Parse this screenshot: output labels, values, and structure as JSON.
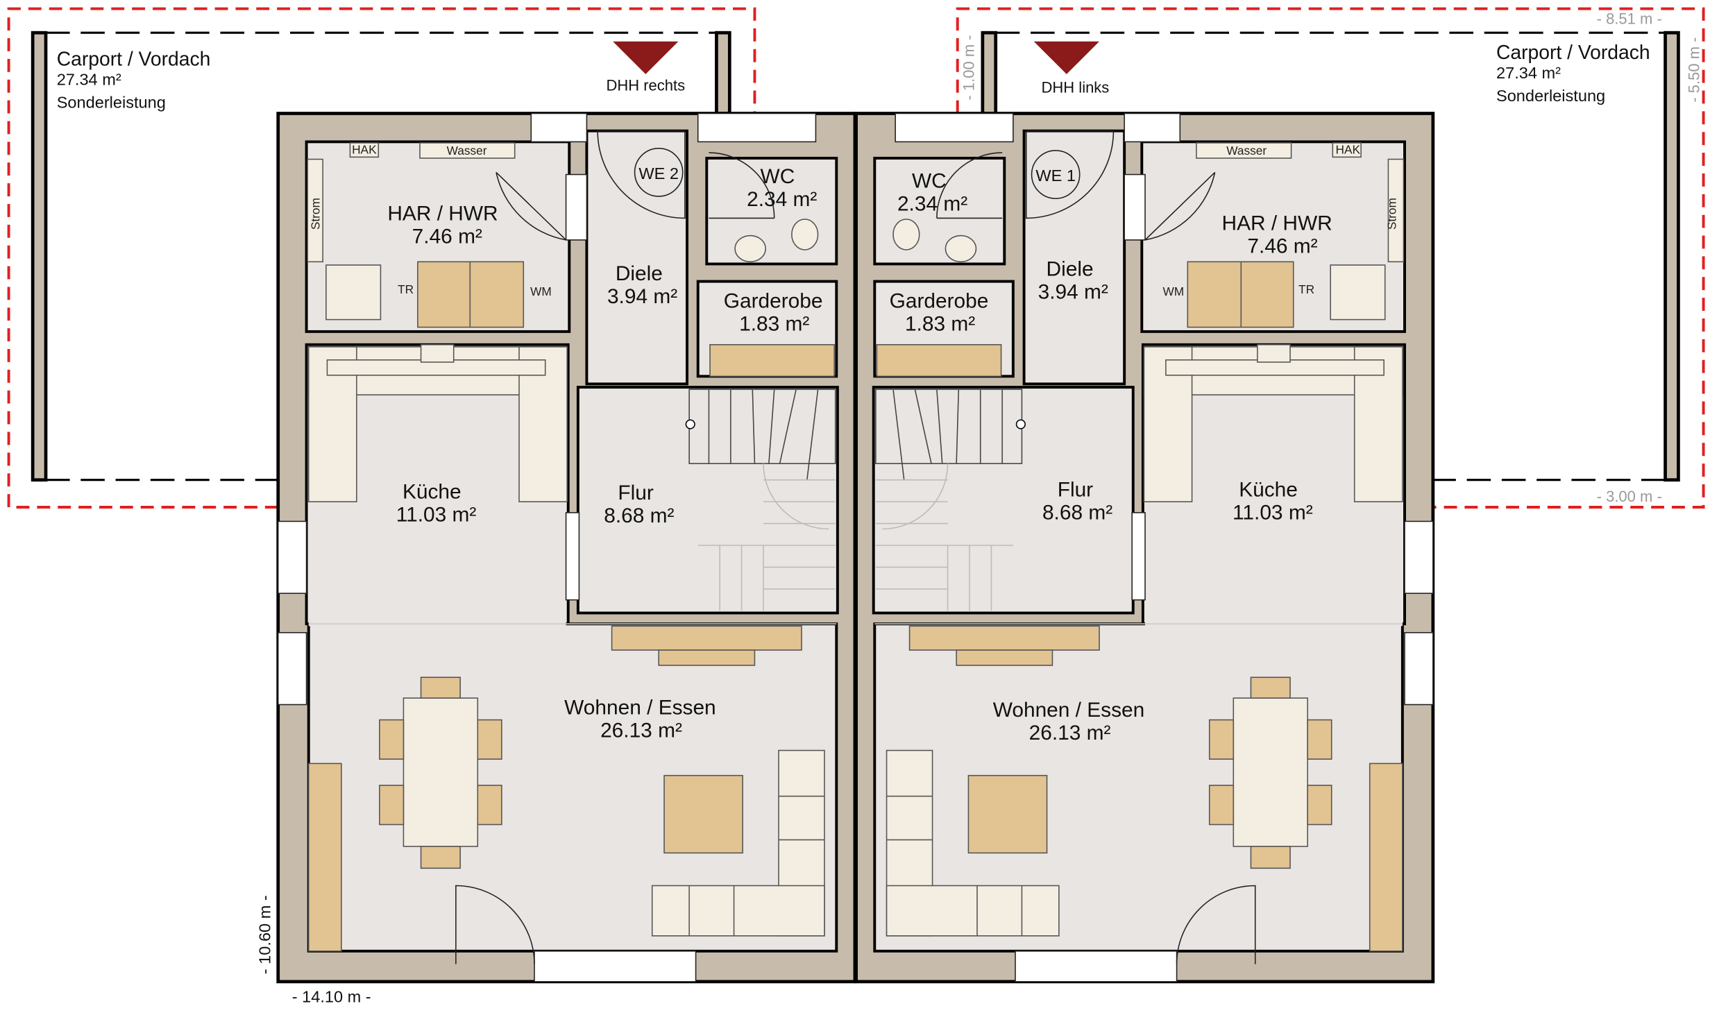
{
  "carport_left": {
    "title": "Carport / Vordach",
    "area": "27.34 m²",
    "note": "Sonderleistung"
  },
  "carport_right": {
    "title": "Carport / Vordach",
    "area": "27.34 m²",
    "note": "Sonderleistung"
  },
  "entrances": {
    "right_house": "DHH rechts",
    "left_house": "DHH links"
  },
  "utilities": {
    "hak": "HAK",
    "wasser": "Wasser",
    "strom": "Strom",
    "tr": "TR",
    "wm": "WM"
  },
  "units": {
    "left": "WE 2",
    "right": "WE 1"
  },
  "rooms": {
    "har": {
      "name": "HAR / HWR",
      "area": "7.46 m²"
    },
    "wc": {
      "name": "WC",
      "area": "2.34 m²"
    },
    "diele": {
      "name": "Diele",
      "area": "3.94 m²"
    },
    "garderobe": {
      "name": "Garderobe",
      "area": "1.83 m²"
    },
    "kueche": {
      "name": "Küche",
      "area": "11.03 m²"
    },
    "flur": {
      "name": "Flur",
      "area": "8.68 m²"
    },
    "wohnen": {
      "name": "Wohnen / Essen",
      "area": "26.13 m²"
    }
  },
  "dimensions": {
    "carport_width": "- 8.51 m -",
    "offset": "- 1.00 m -",
    "carport_depth": "- 5.50 m -",
    "carport_overhang": "- 3.00 m -",
    "house_depth": "- 10.60 m -",
    "house_width": "- 14.10 m -"
  },
  "colors": {
    "wall": "#c7bcab",
    "floor": "#e9e5e2",
    "outline": "#e02020",
    "marker": "#8b1a1a",
    "wood": "#e2c392"
  }
}
